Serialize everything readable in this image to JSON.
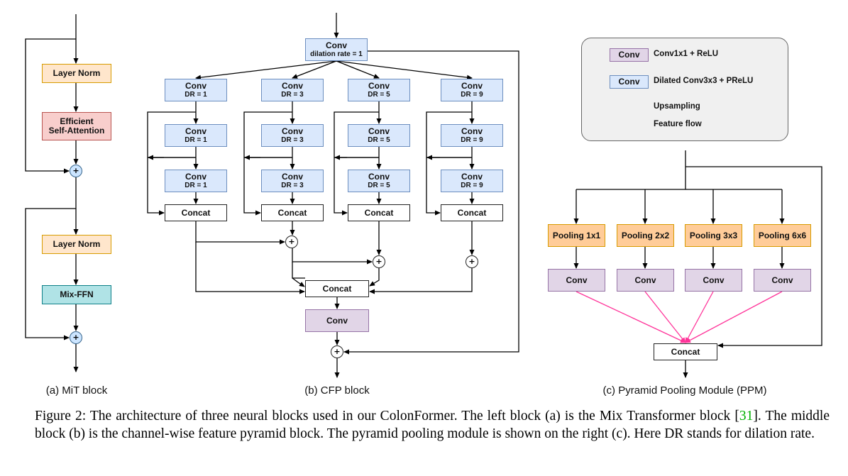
{
  "mit": {
    "layer_norm_1": "Layer Norm",
    "attention_line1": "Efficient",
    "attention_line2": "Self-Attention",
    "layer_norm_2": "Layer Norm",
    "ffn": "Mix-FFN",
    "label": "(a) MiT block"
  },
  "cfp": {
    "top_conv": "Conv",
    "top_conv_sub": "dilation rate = 1",
    "conv_label": "Conv",
    "branches": [
      {
        "dr": "DR = 1"
      },
      {
        "dr": "DR = 3"
      },
      {
        "dr": "DR = 5"
      },
      {
        "dr": "DR = 9"
      }
    ],
    "concat": "Concat",
    "final_concat": "Concat",
    "final_conv": "Conv",
    "label": "(b) CFP block"
  },
  "ppm": {
    "legend": {
      "conv_sample": "Conv",
      "conv1x1": "Conv1x1 + ReLU",
      "conv_sample_2": "Conv",
      "dilated": "Dilated Conv3x3 + PReLU",
      "upsampling": "Upsampling",
      "feature_flow": "Feature flow"
    },
    "pools": [
      "Pooling 1x1",
      "Pooling 2x2",
      "Pooling 3x3",
      "Pooling 6x6"
    ],
    "conv": "Conv",
    "concat": "Concat",
    "label": "(c) Pyramid Pooling Module (PPM)"
  },
  "caption": {
    "part1": "Figure 2: The architecture of three neural blocks used in our ColonFormer. The left block (a) is the Mix Transformer block [",
    "cite": "31",
    "part2": "]. The middle block (b) is the channel-wise feature pyramid block. The pyramid pooling module is shown on the right (c). Here DR stands for dilation rate."
  },
  "colors": {
    "feature_flow": "#000000",
    "upsampling": "#ff3399"
  }
}
